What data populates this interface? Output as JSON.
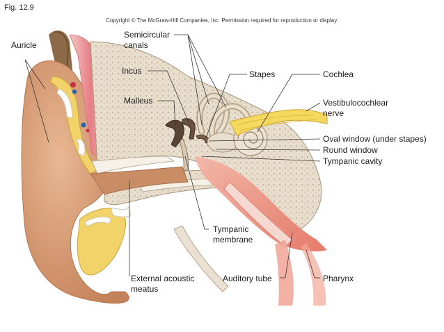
{
  "figure_label": "Fig. 12.9",
  "copyright": "Copyright © The McGraw-Hill Companies, Inc. Permission required for reproduction or display.",
  "labels": {
    "auricle": "Auricle",
    "semicircular_line1": "Semicircular",
    "semicircular_line2": "canals",
    "incus": "Incus",
    "malleus": "Malleus",
    "stapes": "Stapes",
    "cochlea": "Cochlea",
    "vestibulo_line1": "Vestibulocochlear",
    "vestibulo_line2": "nerve",
    "oval_window": "Oval window (under stapes)",
    "round_window": "Round window",
    "tympanic_cavity": "Tympanic cavity",
    "tympanic_membrane_line1": "Tympanic",
    "tympanic_membrane_line2": "membrane",
    "external_meatus_line1": "External acoustic",
    "external_meatus_line2": "meatus",
    "auditory_tube": "Auditory tube",
    "pharynx": "Pharynx"
  },
  "colors": {
    "skin": "#dba37c",
    "skin_dark": "#b8774f",
    "bone": "#e6dccd",
    "cartilage": "#f0d060",
    "nerve": "#f2d35a",
    "mucosa": "#e88a78",
    "label_line": "#333333"
  }
}
